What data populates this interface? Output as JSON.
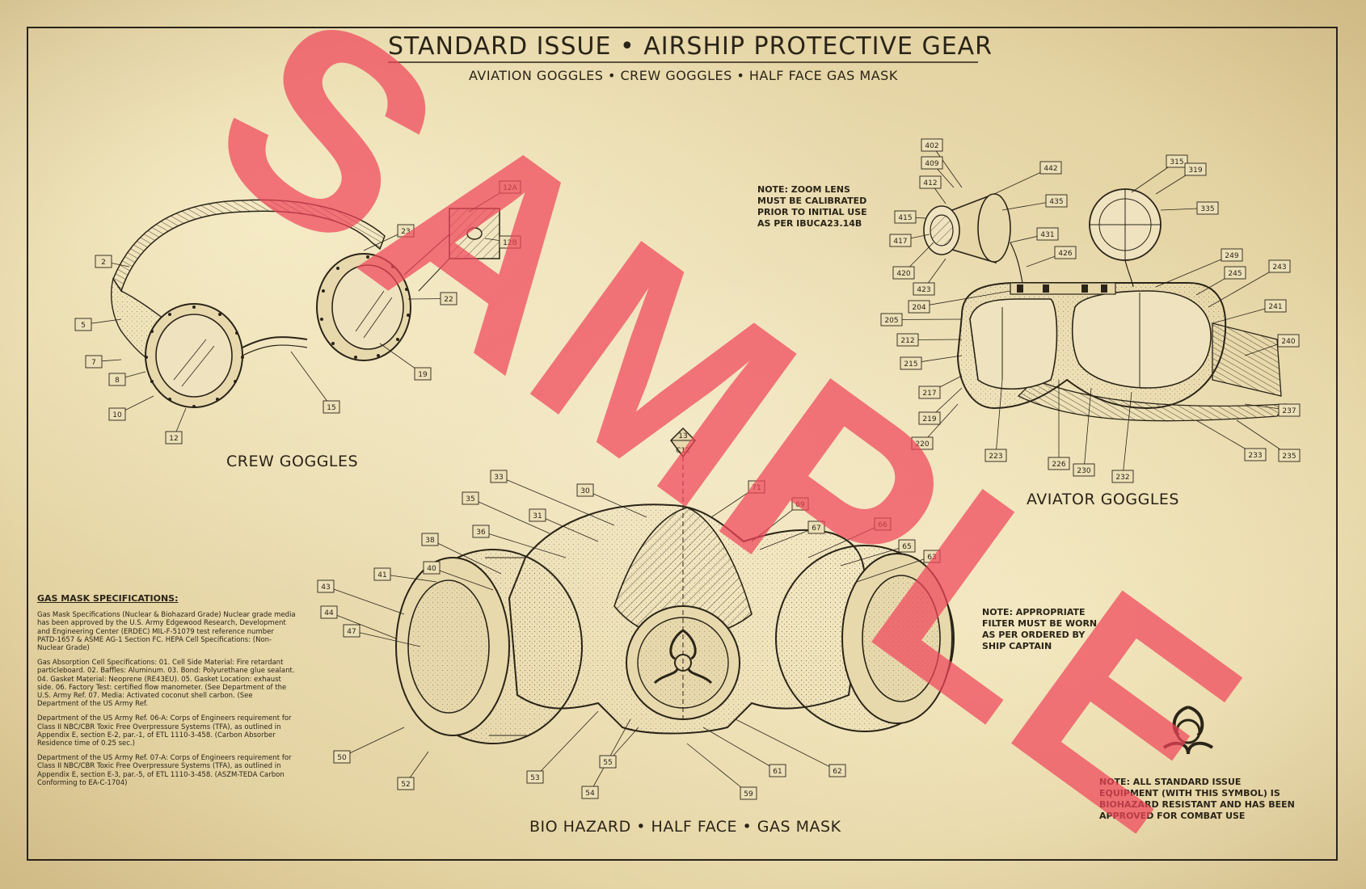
{
  "title": "STANDARD ISSUE • AIRSHIP PROTECTIVE GEAR",
  "subtitle": "AVIATION GOGGLES • CREW GOGGLES • HALF FACE GAS MASK",
  "sections": {
    "crew": "CREW GOGGLES",
    "aviator": "AVIATOR GOGGLES",
    "mask": "BIO HAZARD • HALF FACE • GAS MASK"
  },
  "notes": {
    "zoom": "NOTE: ZOOM LENS MUST BE CALIBRATED PRIOR TO INITIAL USE AS PER IBUCA23.14B",
    "filter": "NOTE: APPROPRIATE FILTER MUST BE WORN AS PER ORDERED BY SHIP CAPTAIN",
    "biohazard": "NOTE: ALL STANDARD ISSUE EQUIPMENT (WITH THIS SYMBOL) IS BIOHAZARD RESISTANT AND HAS BEEN APPROVED FOR COMBAT USE"
  },
  "specs": {
    "heading": "GAS MASK SPECIFICATIONS:",
    "block1": "Gas Mask Specifications (Nuclear & Biohazard Grade) Nuclear grade media has been approved by the U.S. Army Edgewood Research, Development and Engineering Center (ERDEC) MIL-F-51079 test reference number PATD-1657 & ASME AG-1 Section FC. HEPA Cell Specifications: (Non-Nuclear Grade)",
    "block2": "Gas Absorption Cell Specifications: 01. Cell Side Material: Fire retardant particleboard. 02. Baffles: Aluminum. 03. Bond: Polyurethane glue sealant. 04. Gasket Material: Neoprene (RE43EU). 05. Gasket Location: exhaust side. 06. Factory Test: certified flow manometer. (See Department of the U.S. Army Ref. 07. Media: Activated coconut shell carbon. (See Department of the US Army Ref.",
    "block3": "Department of the US Army Ref. 06-A: Corps of Engineers requirement for Class II NBC/CBR Toxic Free Overpressure Systems (TFA), as outlined in Appendix E, section E-2, par.-1, of ETL 1110-3-458. (Carbon Absorber Residence time of 0.25 sec.)",
    "block4": "Department of the US Army Ref. 07-A: Corps of Engineers requirement for Class II NBC/CBR Toxic Free Overpressure Systems (TFA), as outlined in Appendix E, section E-3, par.-5, of ETL 1110-3-458. (ASZM-TEDA Carbon Conforming to EA-C-1704)"
  },
  "marker": {
    "top": "13",
    "bottom": "C12"
  },
  "watermark": "SAMPLE",
  "colors": {
    "paper": "#e9dcb2",
    "ink": "#2a2418",
    "watermark": "#f0455a"
  },
  "callouts": {
    "crew": [
      "2",
      "23",
      "12A",
      "12B",
      "22",
      "5",
      "7",
      "8",
      "10",
      "12",
      "15",
      "19"
    ],
    "aviator": [
      "402",
      "409",
      "412",
      "415",
      "417",
      "420",
      "423",
      "442",
      "435",
      "431",
      "426",
      "315",
      "319",
      "335",
      "249",
      "245",
      "243",
      "241",
      "240",
      "237",
      "235",
      "233",
      "232",
      "230",
      "226",
      "223",
      "220",
      "219",
      "217",
      "215",
      "212",
      "205",
      "204"
    ],
    "mask": [
      "33",
      "30",
      "71",
      "35",
      "31",
      "36",
      "69",
      "67",
      "66",
      "65",
      "63",
      "38",
      "40",
      "41",
      "43",
      "44",
      "47",
      "50",
      "52",
      "53",
      "54",
      "55",
      "59",
      "61",
      "62"
    ]
  }
}
